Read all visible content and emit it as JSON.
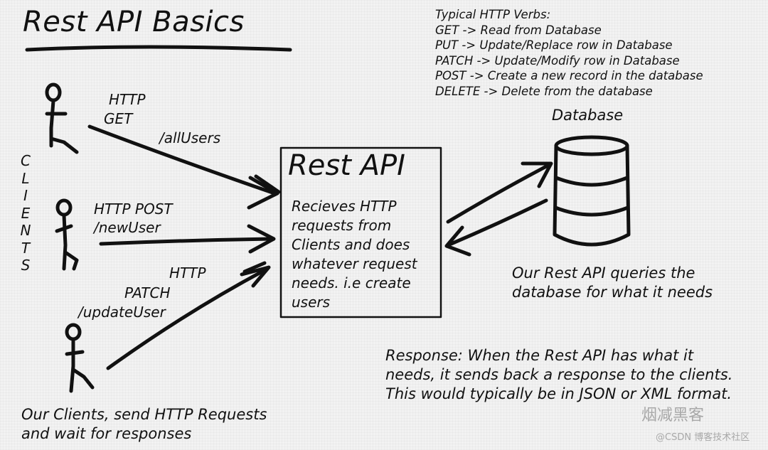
{
  "title": "Rest API Basics",
  "verbs": {
    "heading": "Typical HTTP Verbs:",
    "lines": [
      "GET -> Read from Database",
      "PUT -> Update/Replace row in Database",
      "PATCH -> Update/Modify row in Database",
      "POST -> Create a new record in the database",
      "DELETE -> Delete from the database"
    ]
  },
  "clients_vertical": [
    "C",
    "L",
    "I",
    "E",
    "N",
    "T",
    "S"
  ],
  "requests": {
    "get": {
      "line1": "HTTP",
      "line2": "GET",
      "path": "/allUsers"
    },
    "post": {
      "line1": "HTTP POST",
      "path": "/newUser"
    },
    "patch": {
      "line1": "HTTP",
      "line2": "PATCH",
      "path": "/updateUser"
    }
  },
  "rest_api": {
    "title": "Rest API",
    "description": "Recieves HTTP requests from Clients and does whatever request needs. i.e create users"
  },
  "database": {
    "label": "Database",
    "caption_line1": "Our Rest API queries the",
    "caption_line2": "database for what it needs"
  },
  "response_text": "Response: When the Rest API has what it needs, it sends back a response to the clients. This would typically be in JSON or XML format.",
  "clients_caption": {
    "line1": "Our Clients, send HTTP Requests",
    "line2": "and wait for responses"
  },
  "watermark": {
    "main": "烟减黑客",
    "sub": "@CSDN 博客技术社区"
  }
}
